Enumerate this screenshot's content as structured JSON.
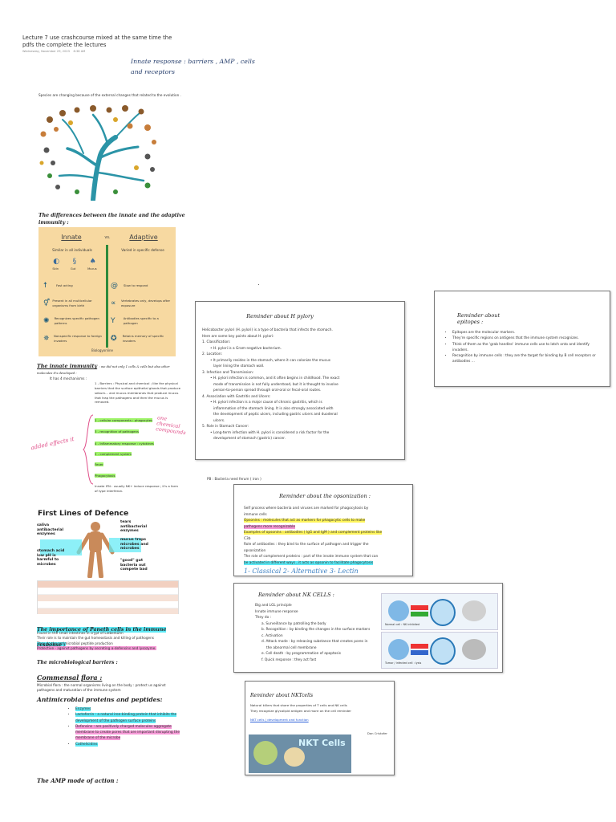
{
  "header": {
    "title_line1": "Lecture 7 use crashcourse mixed at the same time the",
    "title_line2": "pdfs the complete the lectures",
    "date": "Wednesday, November 29, 2023",
    "time": "8:38 AM"
  },
  "lecture_title": "Innate response : barriers , AMP , cells and receptors",
  "tree_caption": "Species are changing because of the external changes that related to the evolution .",
  "diff_heading": "The differences between the innate and the adaptive immunity :",
  "compare": {
    "innate_label": "Innate",
    "vs_label": "vs.",
    "adaptive_label": "Adaptive",
    "innate_top": "Similar in all individuals",
    "adaptive_top": "Varied in specific defense",
    "body_labels": [
      "Skin",
      "Gut",
      "Mucus"
    ],
    "innate_rows": [
      "Fast acting",
      "Present in all multicellular organisms from birth",
      "Recognizes specific pathogen patterns",
      "Nonspecific response to foreign invaders"
    ],
    "adaptive_rows": [
      "Slow to respond",
      "Vertebrates only, develops after exposure",
      "Antibodies specific to a pathogen",
      "Retains memory of specific invaders"
    ],
    "source": "Biologyonline"
  },
  "innate_section": {
    "heading": "The innate immunity",
    "heading_note": ": we did not only 1 cells & cells but also other molecules it's developed :",
    "subheading": "It has 4 mechanisms :",
    "item1": "1 - Barriers : Physical and chemical ; like the physical barriers that the surface epithelial glands that produce sebum... and mucus membranes that produce mucus that trap the pathogens and then the mucus is removed.",
    "item2": "2 - cellular components : phagocytes",
    "item3": "3 - recognition of pathogens",
    "item4": "4 - Inflammatory response : cytokines",
    "item5": "5 - complement system",
    "item6": "Fever",
    "item7": "Phagocytosis",
    "item8": "Innate IFN : usually NK+ induce response ; it's a form of type interferon."
  },
  "annotations": {
    "left_note": "added effects it",
    "right_note": "one chemical compounds"
  },
  "defence": {
    "title": "First Lines of Defence",
    "saliva": "saliva antibacterial enzymes",
    "tears": "tears antibacterial enzymes",
    "mucus": "mucus traps microbes and microbes",
    "stomach": "stomach acid low pH is harmful to microbes",
    "gut": "\"good\" gut bacteria out compete bad"
  },
  "paneth_heading": "The importance of Paneth cells in the immune response :",
  "paneth_lines": [
    "Found in the small intestines in crypt of Lieberkühn",
    "Their role is to maintain the gut homeostasis and killing of pathogens",
    "They do the antimicrobial peptide production",
    "Protective - against pathogens by secreting α-defensins and lysozyme."
  ],
  "micro_heading": "The microbiological barriers :",
  "flora": {
    "heading": "Commensal flora :",
    "text": "Microbial flora : the normal organisms living on the body : protect us against pathogens and maturation of the immune system"
  },
  "amp": {
    "heading": "Antimicrobial proteins and peptides:",
    "items": [
      "Enzymes",
      "Lactoferrin : a natural iron-binding protein that inhibits the development of the pathogen surface proteins",
      "Defensins : are positively charged molecules aggregate membrane to create pores that are important disrupting the membrane of the microbe",
      "Cathelicidins"
    ],
    "mode_heading": "The AMP mode of action :"
  },
  "hpylori": {
    "title": "Reminder about H pylory",
    "intro": [
      "Helicobacter pylori (H. pylori) is a type of bacteria that infects the stomach.",
      "Here are some key points about H. pylori:"
    ],
    "lines": [
      "1. Classification:",
      "• H. pylori is a Gram-negative bacterium.",
      "2. Location:",
      "• It primarily resides in the stomach, where it can colonize the mucus",
      "layer lining the stomach wall.",
      "3. Infection and Transmission:",
      "• H. pylori infection is common, and it often begins in childhood. The exact",
      "mode of transmission is not fully understood, but it is thought to involve",
      "person-to-person spread through oral-oral or fecal-oral routes.",
      "4. Association with Gastritis and Ulcers:",
      "• H. pylori infection is a major cause of chronic gastritis, which is",
      "inflammation of the stomach lining. It is also strongly associated with",
      "the development of peptic ulcers, including gastric ulcers and duodenal",
      "ulcers.",
      "5. Role in Stomach Cancer:",
      "• Long-term infection with H. pylori is considered a risk factor for the",
      "development of stomach (gastric) cancer."
    ],
    "footnote": "PB : Bacteria need ferum ( iron )"
  },
  "epitope": {
    "title_line1": "Reminder about",
    "title_line2": "epitopes :",
    "items": [
      "Epitopes are the molecular markers.",
      "They're specific regions on antigens that the immune system recognizes.",
      "Think of them as the 'grab handles' immune cells use to latch onto and identify invaders.",
      "Recognition by immune cells : they are the target for binding by B cell receptors or antibodies ..."
    ]
  },
  "opson": {
    "title": "Reminder about the opsonization :",
    "lines": [
      "Self process where bacteria and viruses are marked for phagocytosis by",
      "immune cells",
      "Opsonins : molecules that act as markers for phagocytic cells to make",
      "pathogens more recognizable",
      "Examples of opsonins : antibodies ( IgG and IgM ) and complement proteins like",
      "C3b",
      "Role of antibodies : they bind to the surface of pathogen and trigger the",
      "opsonization",
      "The role of complement proteins : part of the innate immune system that can",
      "be activated in different ways , it acts as opsonin to facilitate phagocytosis"
    ],
    "handwritten": "1- Classical 2- Alternative 3- Lectin"
  },
  "nk": {
    "title": "Reminder about NK CELLS :",
    "lines": [
      "Big and LGL principle",
      "Innate immune response",
      "They do :",
      "a. Surveillance by patrolling the body",
      "b. Recognition : by binding the changes in the surface markers",
      "c. Activation",
      "d. Attack mode : by releasing substance that creates pores in",
      "the abnormal cell membrane",
      "e. Cell death : by programmation of apoptosis",
      "f. Quick response : they act fast"
    ],
    "diagram_top": "Normal cell : NK inhibited",
    "diagram_bottom": "Tumor / infected cell : lysis"
  },
  "nkt": {
    "title": "Reminder about NKTcells",
    "lines": [
      "Natural killers that share the properties of T cells and NK cells",
      "They recognize glycolipid antigen and more on the cell reminder"
    ],
    "link": "NKT cells | development and function",
    "credit": "Dan Cristofer",
    "video_title": "NKT Cells"
  }
}
